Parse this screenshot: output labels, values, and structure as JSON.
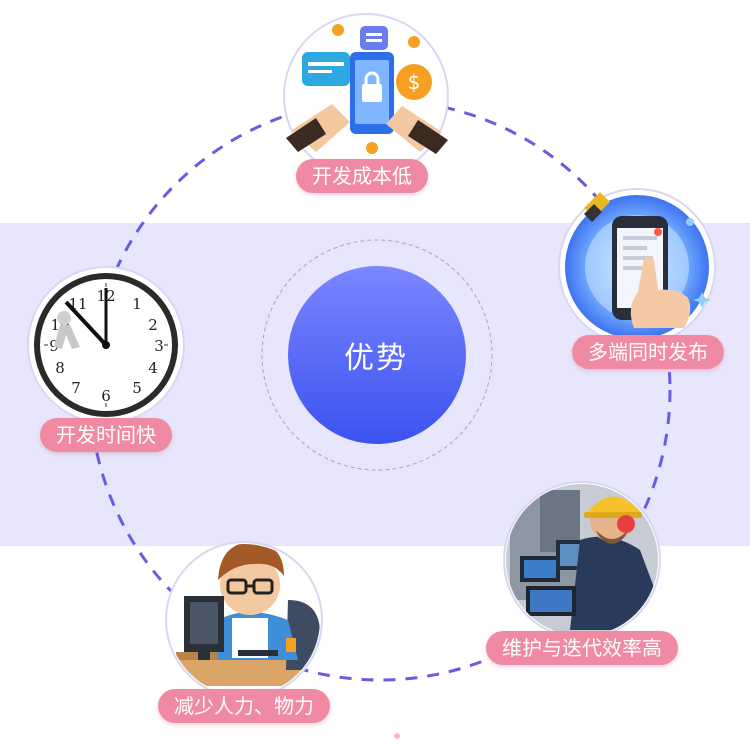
{
  "center": {
    "title": "优势"
  },
  "nodes": [
    {
      "id": "cost",
      "label": "开发成本低",
      "icon": "mobile-payment-icon"
    },
    {
      "id": "multi",
      "label": "多端同时发布",
      "icon": "phone-touch-icon"
    },
    {
      "id": "maint",
      "label": "维护与迭代效率高",
      "icon": "engineer-icon"
    },
    {
      "id": "manpower",
      "label": "减少人力、物力",
      "icon": "programmer-icon"
    },
    {
      "id": "time",
      "label": "开发时间快",
      "icon": "clock-icon"
    }
  ],
  "colors": {
    "band": "#e7e6fc",
    "ring": "#6a5ce0",
    "label": "#f08aa3",
    "center_top": "#7b86ff",
    "center_bottom": "#3a52ef"
  }
}
